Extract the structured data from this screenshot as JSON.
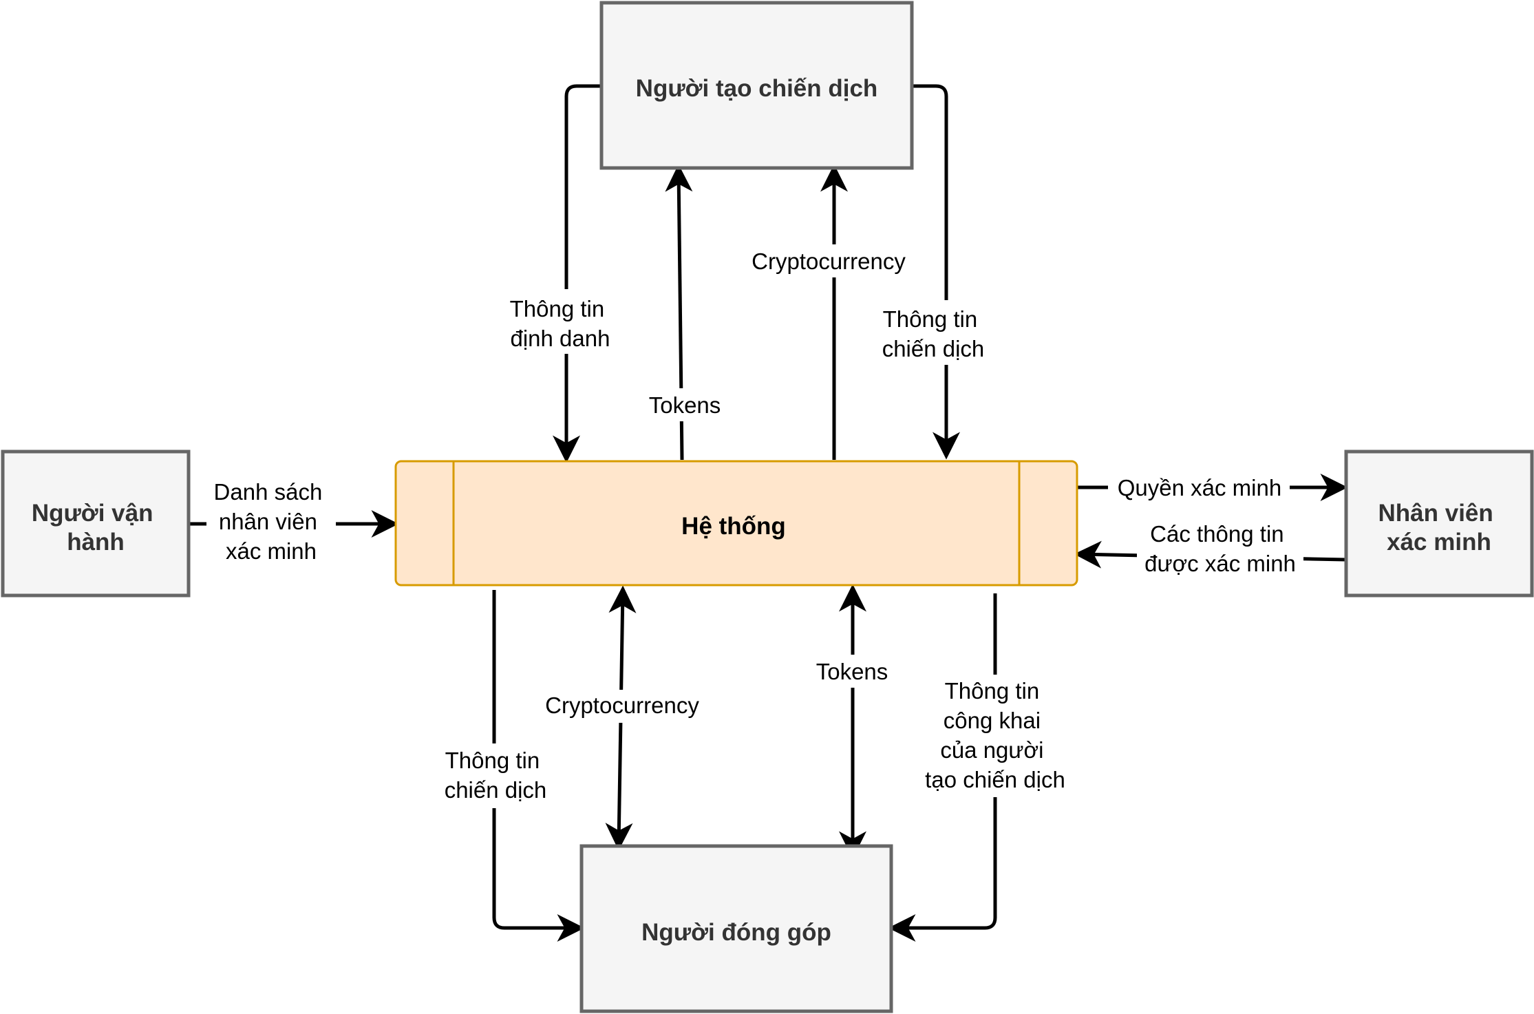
{
  "entities": {
    "campaign_creator": "Người tạo chiến dịch",
    "operator": [
      "Người vận",
      "hành"
    ],
    "verifier": [
      "Nhân viên",
      "xác minh"
    ],
    "contributor": "Người đóng góp",
    "system": "Hệ thống"
  },
  "flows": {
    "identity_info": [
      "Thông tin",
      "định danh"
    ],
    "tokens_to_creator": "Tokens",
    "crypto_to_creator": "Cryptocurrency",
    "campaign_info_from_creator": [
      "Thông tin",
      "chiến dịch"
    ],
    "verifier_list": [
      "Danh sách",
      "nhân viên",
      "xác minh"
    ],
    "verify_permission": "Quyền xác minh",
    "verified_info": [
      "Các thông tin",
      "được xác minh"
    ],
    "campaign_info_to_contributor": [
      "Thông tin",
      "chiến dịch"
    ],
    "crypto_contributor": "Cryptocurrency",
    "tokens_contributor": "Tokens",
    "creator_public_info": [
      "Thông tin",
      "công khai",
      "của người",
      "tạo chiến dịch"
    ]
  },
  "colors": {
    "entity_fill": "#f5f5f5",
    "entity_stroke": "#666666",
    "system_fill": "#ffe6cc",
    "system_stroke": "#d79b00",
    "arrow": "#000000"
  }
}
